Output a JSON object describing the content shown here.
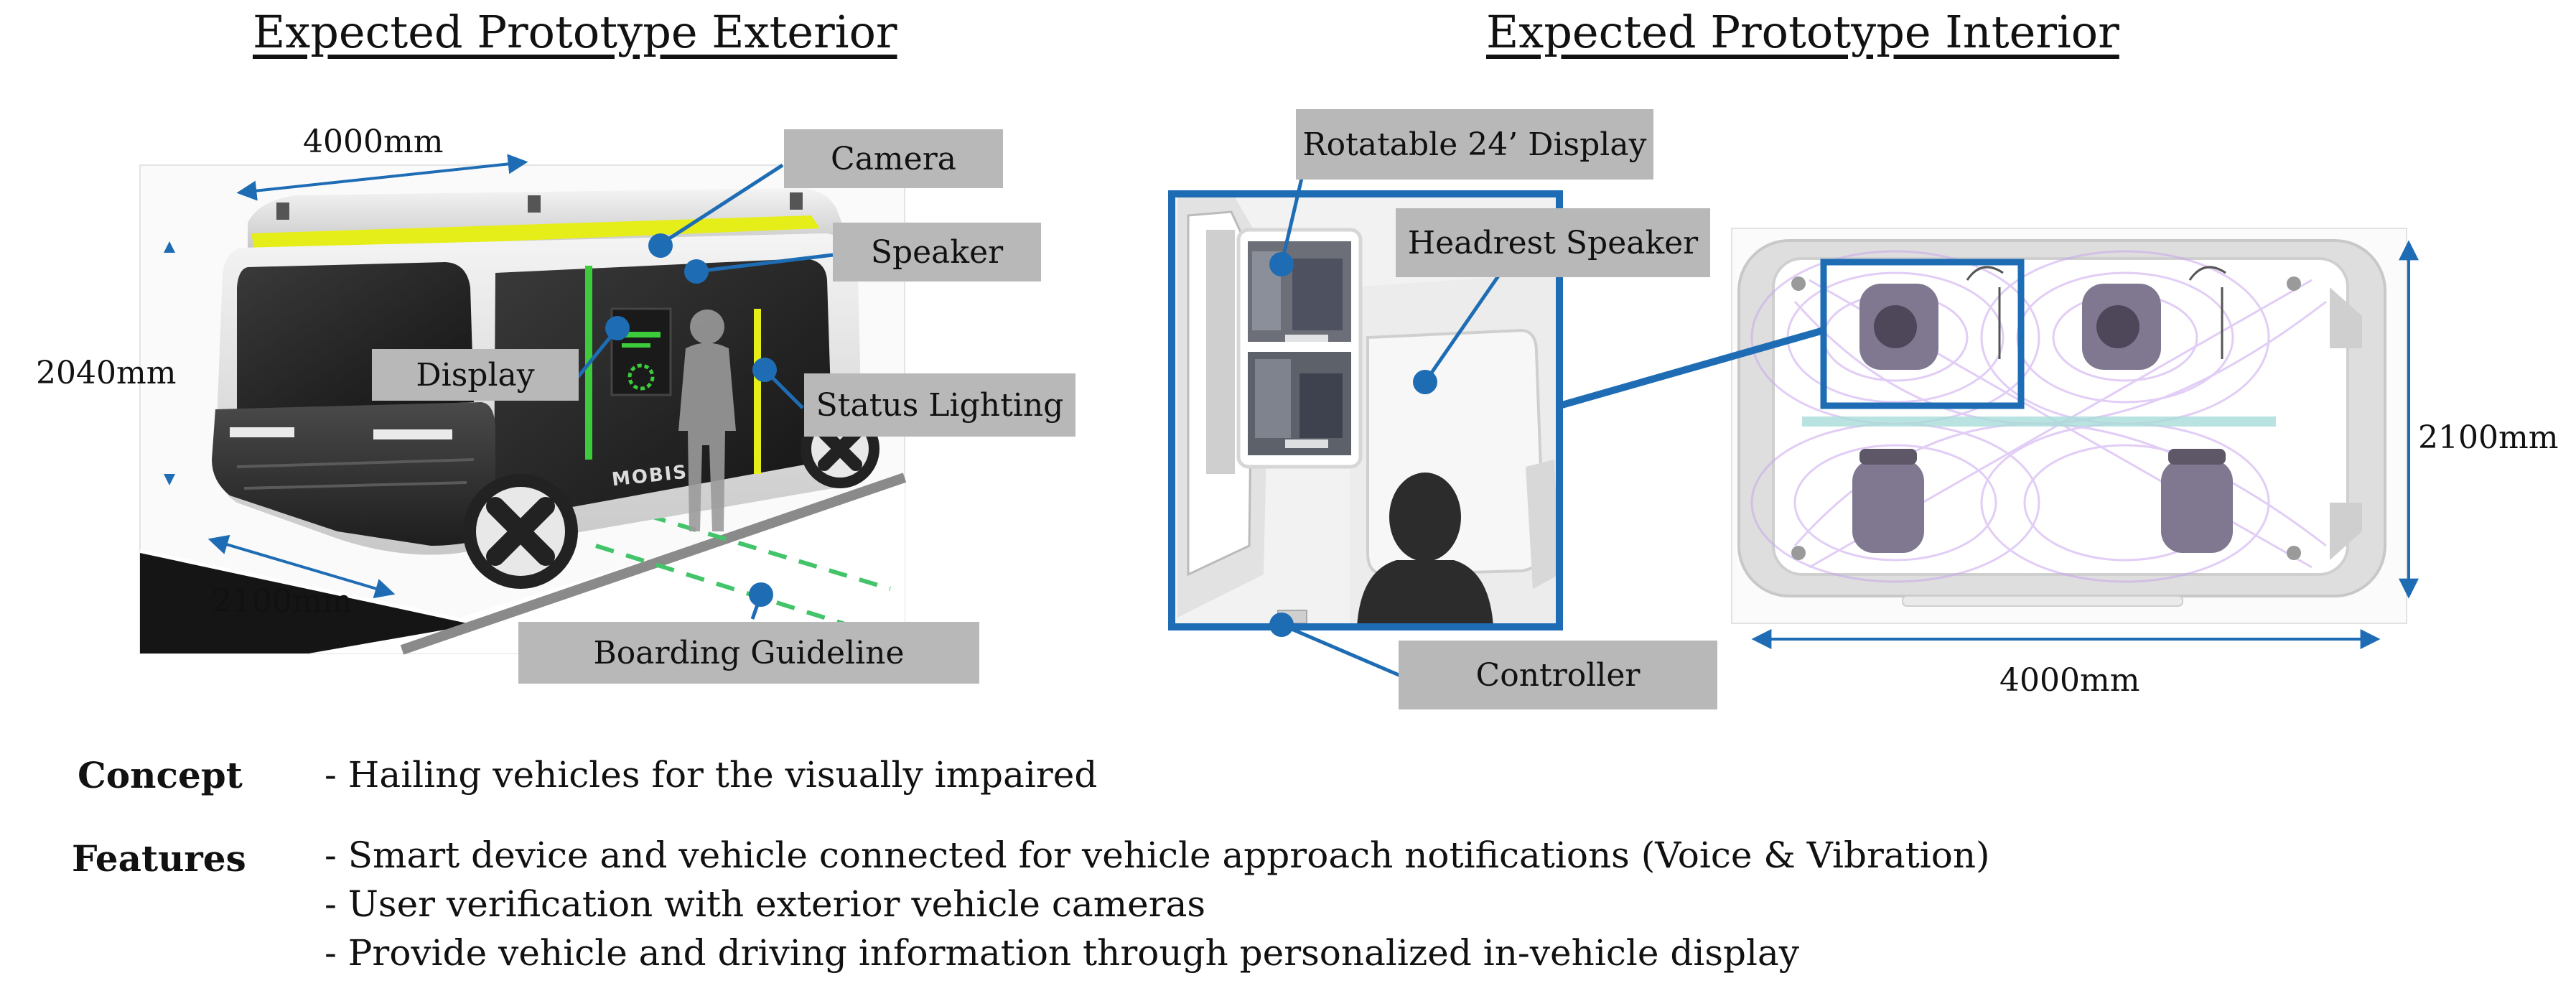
{
  "exterior": {
    "title": "Expected Prototype Exterior",
    "callouts": {
      "camera": "Camera",
      "speaker": "Speaker",
      "display": "Display",
      "status_lighting": "Status Lighting",
      "boarding_guideline": "Boarding Guideline"
    },
    "dimensions": {
      "length": "4000mm",
      "height": "2040mm",
      "width": "2100mm"
    },
    "vehicle_brand": "MOBIS"
  },
  "interior": {
    "title": "Expected Prototype Interior",
    "callouts": {
      "rotatable_display": "Rotatable 24’ Display",
      "headrest_speaker": "Headrest Speaker",
      "controller": "Controller"
    },
    "dimensions": {
      "width": "2100mm",
      "length": "4000mm"
    }
  },
  "description": {
    "concept_label": "Concept",
    "concept_items": [
      "- Hailing vehicles for the visually impaired"
    ],
    "features_label": "Features",
    "features_items": [
      "- Smart device and vehicle connected for vehicle approach notifications (Voice & Vibration)",
      "- User verification with exterior vehicle cameras",
      "- Provide vehicle and driving information through personalized in-vehicle display"
    ]
  },
  "colors": {
    "accent_blue": "#1d6cb4",
    "callout_gray": "#b8b8b8",
    "light_yellow": "#e6ee1a",
    "light_green": "#3ccb3a",
    "seat_purple": "#c9a6ee"
  }
}
